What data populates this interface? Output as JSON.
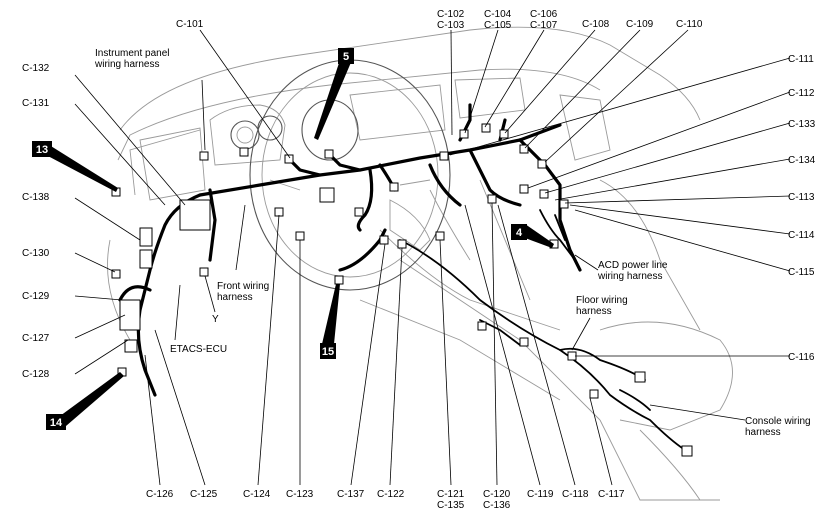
{
  "badges": [
    "5",
    "13",
    "4",
    "15",
    "14"
  ],
  "labels": {
    "c101": "C-101",
    "c102": "C-102",
    "c103": "C-103",
    "c104": "C-104",
    "c105": "C-105",
    "c106": "C-106",
    "c107": "C-107",
    "c108": "C-108",
    "c109": "C-109",
    "c110": "C-110",
    "c111": "C-111",
    "c112": "C-112",
    "c133": "C-133",
    "c134": "C-134",
    "c113": "C-113",
    "c114": "C-114",
    "c115": "C-115",
    "c116": "C-116",
    "c132": "C-132",
    "c131": "C-131",
    "c138": "C-138",
    "c130": "C-130",
    "c129": "C-129",
    "c127": "C-127",
    "c128": "C-128",
    "c126": "C-126",
    "c125": "C-125",
    "c124": "C-124",
    "c123": "C-123",
    "c137": "C-137",
    "c122": "C-122",
    "c121": "C-121",
    "c135": "C-135",
    "c120": "C-120",
    "c136": "C-136",
    "c119": "C-119",
    "c118": "C-118",
    "c117": "C-117",
    "instrument_panel_1": "Instrument panel",
    "instrument_panel_2": "wiring harness",
    "front_wiring_1": "Front wiring",
    "front_wiring_2": "harness",
    "y": "Y",
    "etacs": "ETACS-ECU",
    "acd_1": "ACD power line",
    "acd_2": "wiring harness",
    "floor_1": "Floor wiring",
    "floor_2": "harness",
    "console_1": "Console wiring",
    "console_2": "harness"
  }
}
